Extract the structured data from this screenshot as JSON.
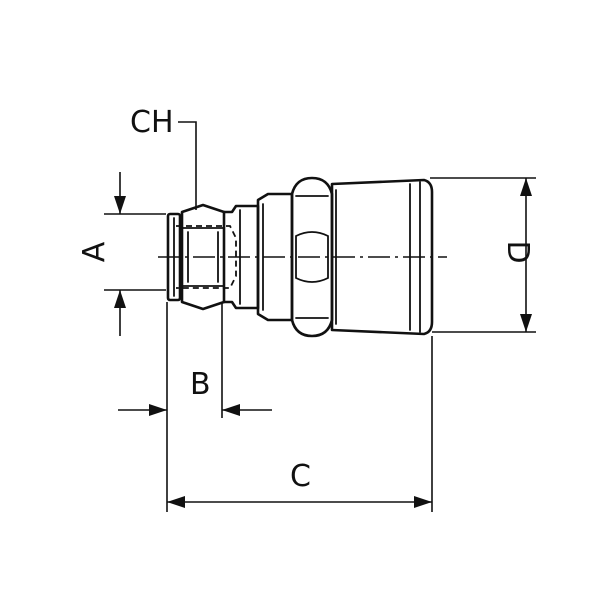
{
  "labels": {
    "ch": "CH",
    "a": "A",
    "b": "B",
    "c": "C",
    "d": "D"
  }
}
